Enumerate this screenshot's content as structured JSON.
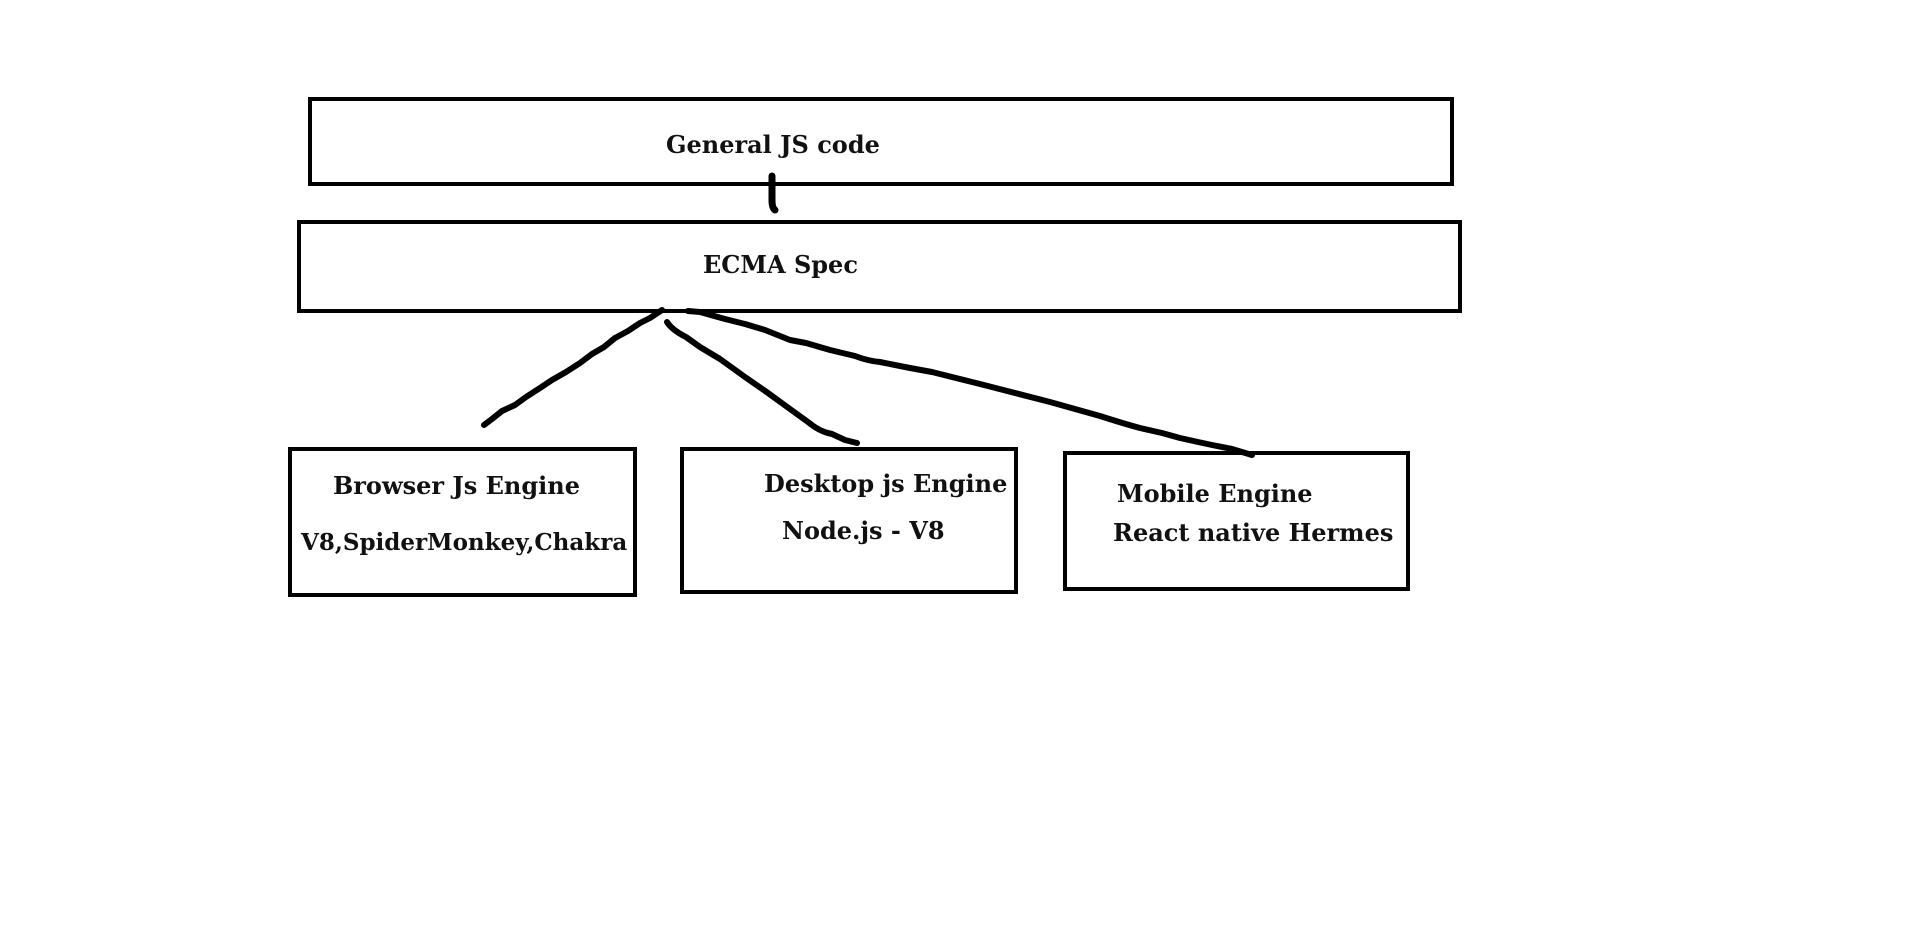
{
  "diagram": {
    "top": {
      "label": "General JS code"
    },
    "middle": {
      "label": "ECMA Spec"
    },
    "engines": [
      {
        "title": "Browser Js Engine",
        "detail": "V8,SpiderMonkey,Chakra"
      },
      {
        "title": "Desktop js Engine",
        "detail": "Node.js - V8"
      },
      {
        "title": "Mobile Engine",
        "detail": "React native Hermes"
      }
    ],
    "stroke_color": "#000000",
    "text_color": "#111111"
  }
}
